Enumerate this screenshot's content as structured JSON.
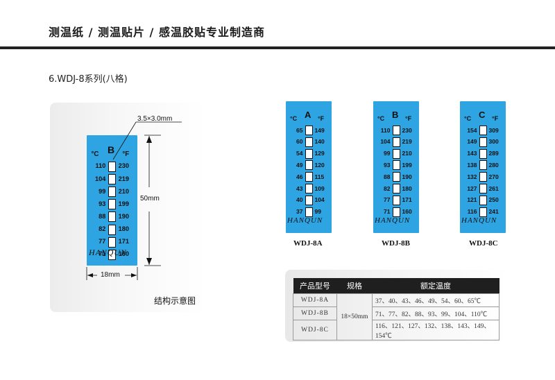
{
  "header": {
    "title": "测温纸 / 测温贴片 / 感温胶贴专业制造商"
  },
  "series": {
    "title": "6.WDJ-8系列(八格)"
  },
  "diagram": {
    "cell_size_label": "3.5×3.0mm",
    "height_label": "50mm",
    "width_label": "18mm",
    "caption": "结构示意图"
  },
  "labels": {
    "celsius": "°C",
    "fahrenheit": "°F",
    "brand": "HANQUN",
    "strips": [
      {
        "letter": "A",
        "model": "WDJ-8A",
        "c": [
          "65",
          "60",
          "54",
          "49",
          "46",
          "43",
          "40",
          "37"
        ],
        "f": [
          "149",
          "140",
          "129",
          "120",
          "115",
          "109",
          "104",
          "99"
        ]
      },
      {
        "letter": "B",
        "model": "WDJ-8B",
        "c": [
          "110",
          "104",
          "99",
          "93",
          "88",
          "82",
          "77",
          "71"
        ],
        "f": [
          "230",
          "219",
          "210",
          "199",
          "190",
          "180",
          "171",
          "160"
        ]
      },
      {
        "letter": "C",
        "model": "WDJ-8C",
        "c": [
          "154",
          "149",
          "143",
          "138",
          "132",
          "127",
          "121",
          "116"
        ],
        "f": [
          "309",
          "300",
          "289",
          "280",
          "270",
          "261",
          "250",
          "241"
        ]
      }
    ],
    "diagram_strip": {
      "letter": "B",
      "c": [
        "110",
        "104",
        "99",
        "93",
        "88",
        "82",
        "77",
        "71"
      ],
      "f": [
        "230",
        "219",
        "210",
        "199",
        "190",
        "180",
        "171",
        "160"
      ]
    }
  },
  "table": {
    "headers": [
      "产品型号",
      "规格",
      "额定温度"
    ],
    "size": "18×50mm",
    "rows": [
      {
        "model": "WDJ-8A",
        "temps": "37、40、43、46、49、54、60、65℃"
      },
      {
        "model": "WDJ-8B",
        "temps": "71、77、82、88、93、99、104、110℃"
      },
      {
        "model": "WDJ-8C",
        "temps": "116、121、127、132、138、143、149、154℃"
      }
    ]
  },
  "colors": {
    "label_blue": "#2fa4e3",
    "header_dark": "#1f1f1f"
  }
}
